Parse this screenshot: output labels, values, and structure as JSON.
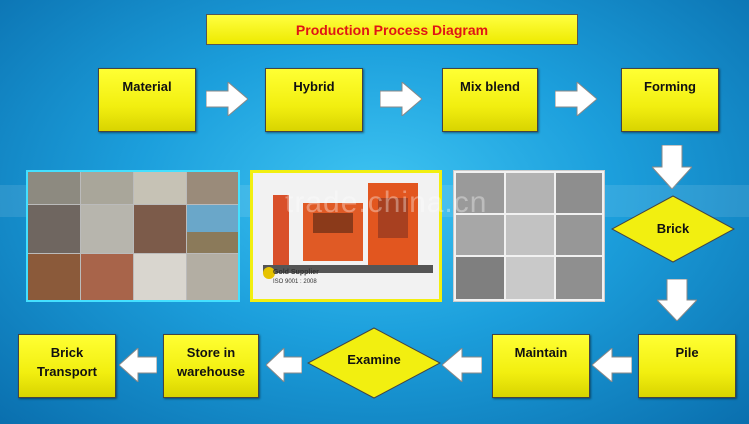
{
  "title": "Production Process Diagram",
  "steps": {
    "material": "Material",
    "hybrid": "Hybrid",
    "mix_blend": "Mix blend",
    "forming": "Forming",
    "brick": "Brick",
    "pile": "Pile",
    "maintain": "Maintain",
    "examine": "Examine",
    "store": "Store in warehouse",
    "transport": "Brick Transport"
  },
  "photo_center": {
    "badge_label": "Gold Supplier",
    "badge_sub": "ISO 9001 : 2008"
  },
  "watermark": "trade.china.cn",
  "colors": {
    "box": "#f2ef10",
    "title_text": "#e01515",
    "arrow": "#ffffff",
    "bg": "#1c9fdc"
  }
}
